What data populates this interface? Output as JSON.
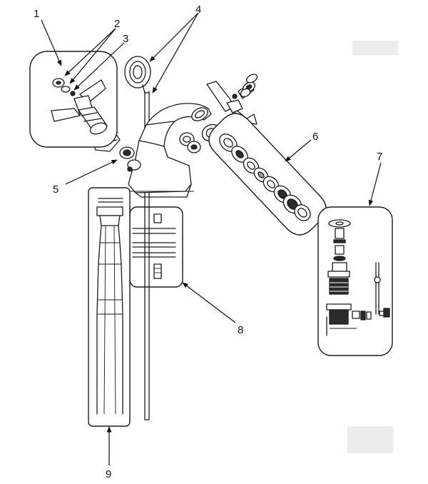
{
  "labels": [
    "1",
    "2",
    "3",
    "4",
    "5",
    "6",
    "7",
    "8",
    "9"
  ],
  "colors": {
    "ink": "#1a1a1a",
    "paper": "#ffffff",
    "redaction": "#ececec"
  }
}
